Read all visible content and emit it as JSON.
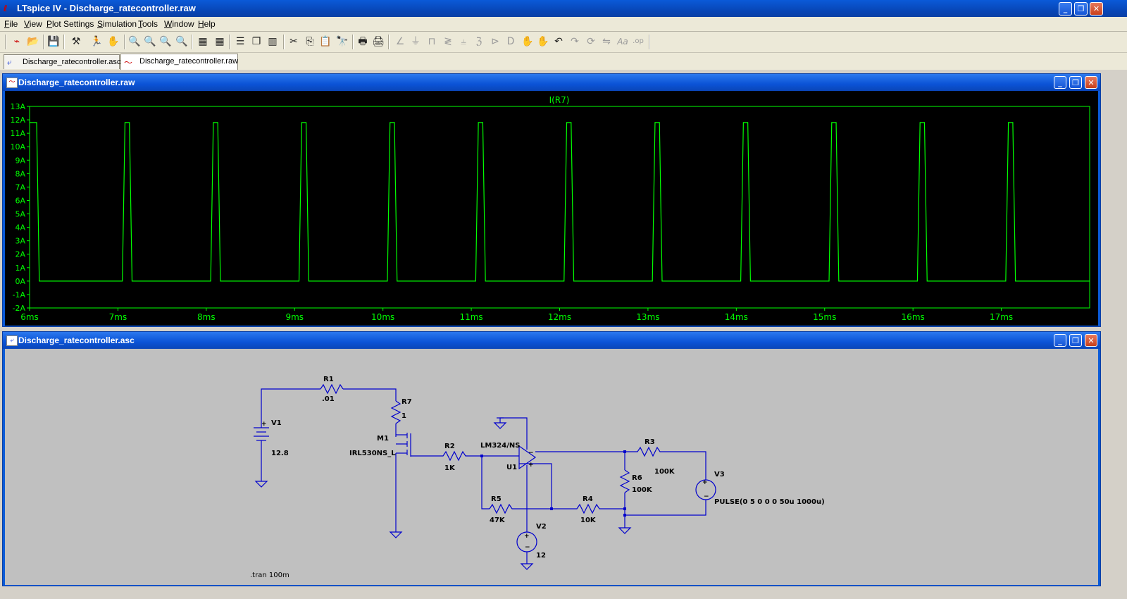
{
  "app": {
    "title": "LTspice IV - Discharge_ratecontroller.raw",
    "icon": "ltspice-logo",
    "window_buttons": [
      "_",
      "❐",
      "✕"
    ]
  },
  "menu": [
    "File",
    "View",
    "Plot Settings",
    "Simulation",
    "Tools",
    "Window",
    "Help"
  ],
  "toolbar": {
    "icons": [
      "new-schematic-icon",
      "open-icon",
      "save-icon",
      "control-panel-icon",
      "run-icon",
      "halt-icon",
      "zoom-in-icon",
      "zoom-area-icon",
      "zoom-out-icon",
      "zoom-cancel-icon",
      "autorange-icon",
      "autorange-y-icon",
      "tile-horizontal-icon",
      "cascade-icon",
      "tile-vertical-icon",
      "cut-icon",
      "copy-icon",
      "paste-icon",
      "find-icon",
      "print-setup-icon",
      "print-icon",
      "wire-icon",
      "ground-icon",
      "label-icon",
      "resistor-icon",
      "capacitor-icon",
      "inductor-icon",
      "diode-icon",
      "component-icon",
      "move-icon",
      "drag-icon",
      "undo-icon",
      "redo-icon",
      "rotate-icon",
      "mirror-icon",
      "text-icon",
      "spice-directive-icon"
    ]
  },
  "tabs": [
    {
      "label": "Discharge_ratecontroller.asc",
      "icon": "schematic-icon",
      "active": false
    },
    {
      "label": "Discharge_ratecontroller.raw",
      "icon": "waveform-icon",
      "active": true
    }
  ],
  "plot_window": {
    "title": "Discharge_ratecontroller.raw",
    "trace_label": "I(R7)",
    "trace_color": "#00ff00",
    "axis_color": "#00ff00"
  },
  "chart_data": {
    "type": "line",
    "title": "",
    "series": [
      {
        "name": "I(R7)",
        "pulse_start_ms": [
          6.0,
          7.05,
          8.05,
          9.05,
          10.05,
          11.05,
          12.05,
          13.05,
          14.05,
          15.05,
          16.05,
          17.05
        ],
        "pulse_width_ms": 0.05,
        "high_A": 11.8,
        "low_A": 0
      }
    ],
    "xlabel": "",
    "ylabel": "",
    "xlim": [
      6,
      18
    ],
    "ylim": [
      -2,
      13
    ],
    "x_ticks": [
      "6ms",
      "7ms",
      "8ms",
      "9ms",
      "10ms",
      "11ms",
      "12ms",
      "13ms",
      "14ms",
      "15ms",
      "16ms",
      "17ms"
    ],
    "y_ticks": [
      "13A",
      "12A",
      "11A",
      "10A",
      "9A",
      "8A",
      "7A",
      "6A",
      "5A",
      "4A",
      "3A",
      "2A",
      "1A",
      "0A",
      "-1A",
      "-2A"
    ],
    "grid": false
  },
  "schematic_window": {
    "title": "Discharge_ratecontroller.asc",
    "wire_color": "#0000cc",
    "text_color": "#000000",
    "labels": {
      "R1": "R1",
      "R1_val": ".01",
      "R7": "R7",
      "R7_val": "1",
      "V1": "V1",
      "V1_val": "12.8",
      "M1": "M1",
      "M1_val": "IRL530NS_L",
      "R2": "R2",
      "R2_val": "1K",
      "U1_part": "LM324/NS",
      "U1": "U1",
      "R5": "R5",
      "R5_val": "47K",
      "V2": "V2",
      "V2_val": "12",
      "R4": "R4",
      "R4_val": "10K",
      "R3": "R3",
      "R3_val": "100K",
      "R6": "R6",
      "R6_val": "100K",
      "V3": "V3",
      "V3_val": "PULSE(0 5 0 0 0 50u 1000u)",
      "directive": ".tran 100m"
    }
  }
}
